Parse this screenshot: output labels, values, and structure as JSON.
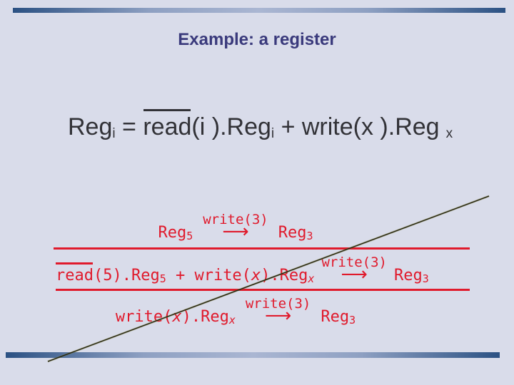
{
  "title": "Example: a register",
  "colors": {
    "background": "#d9dcea",
    "border_bar_dark": "#2b5183",
    "border_bar_light": "#aab6d2",
    "title_text": "#3a3a7c",
    "equation_text": "#323237",
    "math_red": "#e01a2c",
    "diagonal_line": "#20200f"
  },
  "formula": {
    "reg": "Reg",
    "sub_i": "i",
    "equals": " = ",
    "read": "read",
    "segment2": "(i ).Reg",
    "segment3": " + write(x ).Reg",
    "sub_x": "x"
  },
  "derivation": {
    "premise": {
      "lhs": "Reg",
      "lhs_sub": "5",
      "label": "write(3)",
      "arrow": "⟶",
      "rhs": "Reg",
      "rhs_sub": "3"
    },
    "step": {
      "read": "read",
      "seg1": "(5).Reg",
      "sub5": "5",
      "seg2": " + write(",
      "x": "x",
      "seg3": ").Reg",
      "sub_x": "x",
      "label": "write(3)",
      "arrow": "⟶",
      "rhs": "Reg",
      "rhs_sub": "3"
    },
    "conclusion": {
      "seg1": "write(",
      "x": "x",
      "seg2": ").Reg",
      "sub_x": "x",
      "label": "write(3)",
      "arrow": "⟶",
      "rhs": "Reg",
      "rhs_sub": "3"
    }
  }
}
